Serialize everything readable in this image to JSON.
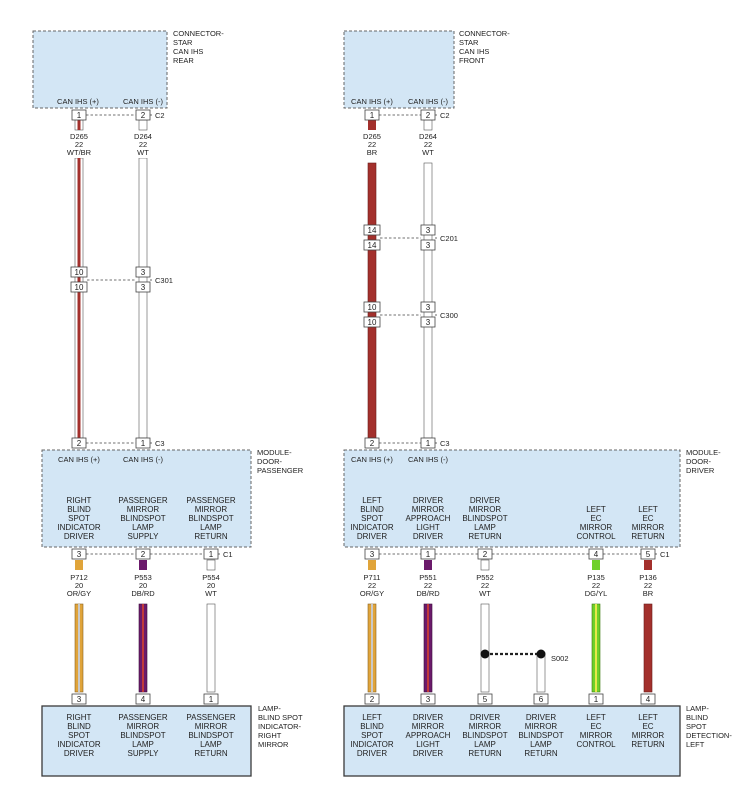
{
  "connectors": {
    "rear": {
      "name": [
        "CONNECTOR-",
        "STAR",
        "CAN IHS",
        "REAR"
      ],
      "pin_labels": [
        "CAN IHS (+)",
        "CAN IHS (-)"
      ]
    },
    "front": {
      "name": [
        "CONNECTOR-",
        "STAR",
        "CAN IHS",
        "FRONT"
      ],
      "pin_labels": [
        "CAN IHS (+)",
        "CAN IHS (-)"
      ]
    }
  },
  "modules": {
    "passenger": {
      "name": [
        "MODULE-",
        "DOOR-",
        "PASSENGER"
      ],
      "pin_labels": [
        "CAN IHS (+)",
        "CAN IHS (-)"
      ],
      "functions": [
        [
          "RIGHT",
          "BLIND",
          "SPOT",
          "INDICATOR",
          "DRIVER"
        ],
        [
          "PASSENGER",
          "MIRROR",
          "BLINDSPOT",
          "LAMP",
          "SUPPLY"
        ],
        [
          "PASSENGER",
          "MIRROR",
          "BLINDSPOT",
          "LAMP",
          "RETURN"
        ]
      ]
    },
    "driver": {
      "name": [
        "MODULE-",
        "DOOR-",
        "DRIVER"
      ],
      "pin_labels": [
        "CAN IHS (+)",
        "CAN IHS (-)"
      ],
      "functions": [
        [
          "LEFT",
          "BLIND",
          "SPOT",
          "INDICATOR",
          "DRIVER"
        ],
        [
          "DRIVER",
          "MIRROR",
          "APPROACH",
          "LIGHT",
          "DRIVER"
        ],
        [
          "DRIVER",
          "MIRROR",
          "BLINDSPOT",
          "LAMP",
          "RETURN"
        ],
        [
          "LEFT",
          "EC",
          "MIRROR",
          "CONTROL"
        ],
        [
          "LEFT",
          "EC",
          "MIRROR",
          "RETURN"
        ]
      ]
    }
  },
  "lamps": {
    "right": {
      "name": [
        "LAMP-",
        "BLIND SPOT",
        "INDICATOR-",
        "RIGHT",
        "MIRROR"
      ],
      "functions": [
        [
          "RIGHT",
          "BLIND",
          "SPOT",
          "INDICATOR",
          "DRIVER"
        ],
        [
          "PASSENGER",
          "MIRROR",
          "BLINDSPOT",
          "LAMP",
          "SUPPLY"
        ],
        [
          "PASSENGER",
          "MIRROR",
          "BLINDSPOT",
          "LAMP",
          "RETURN"
        ]
      ]
    },
    "left": {
      "name": [
        "LAMP-",
        "BLIND",
        "SPOT",
        "DETECTION-",
        "LEFT"
      ],
      "functions": [
        [
          "LEFT",
          "BLIND",
          "SPOT",
          "INDICATOR",
          "DRIVER"
        ],
        [
          "DRIVER",
          "MIRROR",
          "APPROACH",
          "LIGHT",
          "DRIVER"
        ],
        [
          "DRIVER",
          "MIRROR",
          "BLINDSPOT",
          "LAMP",
          "RETURN"
        ],
        [
          "DRIVER",
          "MIRROR",
          "BLINDSPOT",
          "LAMP",
          "RETURN"
        ],
        [
          "LEFT",
          "EC",
          "MIRROR",
          "CONTROL"
        ],
        [
          "LEFT",
          "EC",
          "MIRROR",
          "RETURN"
        ]
      ]
    }
  },
  "connector_ids": {
    "rear_c2": "C2",
    "c301": "C301",
    "pass_c3": "C3",
    "pass_c1": "C1",
    "front_c2": "C2",
    "c201": "C201",
    "c300": "C300",
    "drv_c3": "C3",
    "drv_c1": "C1",
    "splice": "S002"
  },
  "pins": {
    "rear_c2": [
      "1",
      "2"
    ],
    "c301_top": [
      "10",
      "3"
    ],
    "c301_bot": [
      "10",
      "3"
    ],
    "pass_c3": [
      "2",
      "1"
    ],
    "pass_c1": [
      "3",
      "2",
      "1"
    ],
    "lamp_right": [
      "3",
      "4",
      "1"
    ],
    "front_c2": [
      "1",
      "2"
    ],
    "c201_top": [
      "14",
      "3"
    ],
    "c201_bot": [
      "14",
      "3"
    ],
    "c300_top": [
      "10",
      "3"
    ],
    "c300_bot": [
      "10",
      "3"
    ],
    "drv_c3": [
      "2",
      "1"
    ],
    "drv_c1": [
      "3",
      "1",
      "2",
      "4",
      "5"
    ],
    "lamp_left": [
      "2",
      "3",
      "5",
      "6",
      "1",
      "4"
    ]
  },
  "wires": {
    "d265_left": [
      "D265",
      "22",
      "WT/BR"
    ],
    "d264_left": [
      "D264",
      "22",
      "WT"
    ],
    "d265_right": [
      "D265",
      "22",
      "BR"
    ],
    "d264_right": [
      "D264",
      "22",
      "WT"
    ],
    "p712": [
      "P712",
      "20",
      "OR/GY"
    ],
    "p553": [
      "P553",
      "20",
      "DB/RD"
    ],
    "p554": [
      "P554",
      "20",
      "WT"
    ],
    "p711": [
      "P711",
      "22",
      "OR/GY"
    ],
    "p551": [
      "P551",
      "22",
      "DB/RD"
    ],
    "p552": [
      "P552",
      "22",
      "WT"
    ],
    "p135": [
      "P135",
      "22",
      "DG/YL"
    ],
    "p136": [
      "P136",
      "22",
      "BR"
    ]
  },
  "colors": {
    "brown": "#a3302c",
    "white_wire": "#ffffff",
    "orange": "#e0a43a",
    "orange_stripe": "#c9c9c9",
    "purple": "#6b1a6b",
    "purple_stripe": "#c03a3a",
    "green": "#6fd02a",
    "green_stripe": "#e8e84a",
    "module_fill": "#d3e6f5"
  }
}
